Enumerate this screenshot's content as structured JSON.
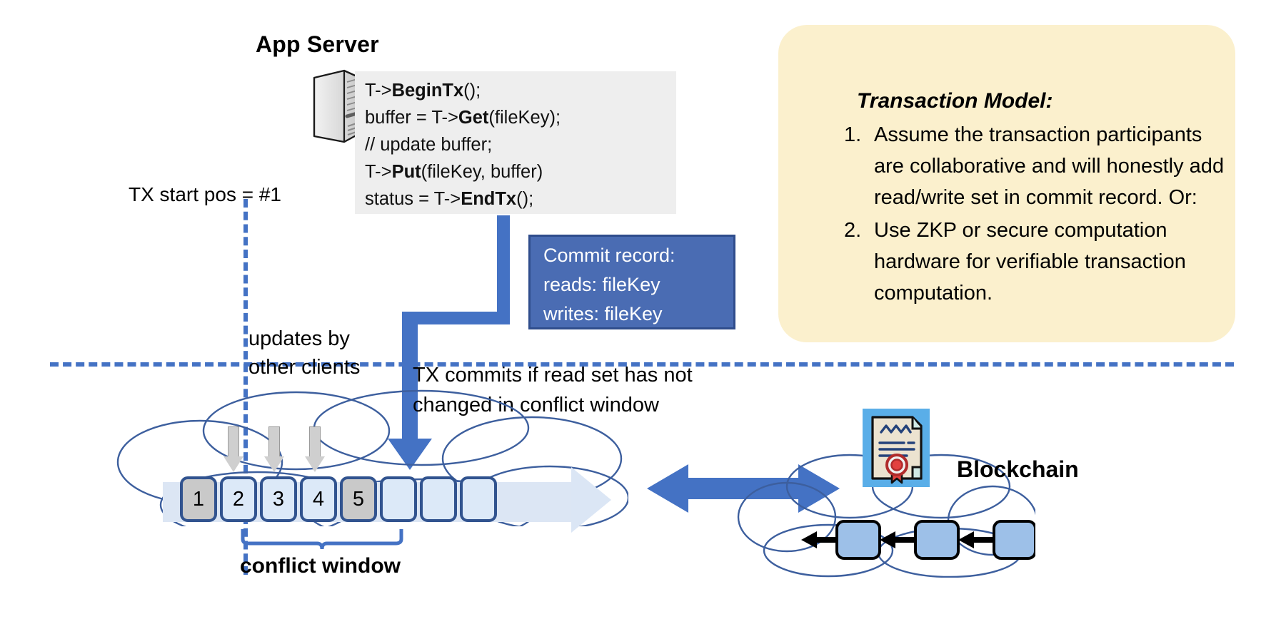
{
  "app_server": {
    "title": "App Server",
    "icon": "server-tower-icon",
    "code_lines": [
      {
        "parts": [
          {
            "t": "T->",
            "b": false
          },
          {
            "t": "BeginTx",
            "b": true
          },
          {
            "t": "();",
            "b": false
          }
        ]
      },
      {
        "parts": [
          {
            "t": "buffer = T->",
            "b": false
          },
          {
            "t": "Get",
            "b": true
          },
          {
            "t": "(fileKey);",
            "b": false
          }
        ]
      },
      {
        "parts": [
          {
            "t": "// update buffer;",
            "b": false
          }
        ]
      },
      {
        "parts": [
          {
            "t": "T->",
            "b": false
          },
          {
            "t": "Put",
            "b": true
          },
          {
            "t": "(fileKey, buffer)",
            "b": false
          }
        ]
      },
      {
        "parts": [
          {
            "t": "status = T->",
            "b": false
          },
          {
            "t": "EndTx",
            "b": true
          },
          {
            "t": "();",
            "b": false
          }
        ]
      }
    ]
  },
  "tx_start": {
    "label": "TX start pos = #1"
  },
  "commit_record": {
    "lines": [
      "Commit record:",
      "reads: fileKey",
      "writes: fileKey"
    ],
    "fill": "#4a6cb3",
    "border": "#2f4d8c"
  },
  "transaction_model": {
    "title": "Transaction Model:",
    "background": "#fbf0cd",
    "items": [
      {
        "num": "1.",
        "text": "Assume the transaction participants are collaborative and will honestly add read/write set in commit record.  Or:"
      },
      {
        "num": "2.",
        "text": "Use ZKP or secure computation hardware for verifiable transaction computation."
      }
    ]
  },
  "log": {
    "updates_label_line1": "updates by",
    "updates_label_line2": "other clients",
    "tx_commits_line1": "TX commits if read set has not",
    "tx_commits_line2": "changed in conflict window",
    "conflict_window_label": "conflict window",
    "entries": [
      {
        "label": "1",
        "state": "filled"
      },
      {
        "label": "2",
        "state": "empty"
      },
      {
        "label": "3",
        "state": "empty"
      },
      {
        "label": "4",
        "state": "empty"
      },
      {
        "label": "5",
        "state": "filled"
      },
      {
        "label": "",
        "state": "empty"
      },
      {
        "label": "",
        "state": "empty"
      },
      {
        "label": "",
        "state": "empty"
      }
    ]
  },
  "blockchain": {
    "label": "Blockchain",
    "cert_icon": "certificate-seal-icon",
    "block_count": 3
  },
  "colors": {
    "accent_blue": "#4472c4",
    "dark_blue_outline": "#31538f",
    "cloud_stroke": "#3d5f9e",
    "log_box_fill": "#dce9f8",
    "log_box_filled": "#c9c9c9",
    "code_bg": "#eeeeee",
    "yellow_card": "#fbf0cd"
  }
}
